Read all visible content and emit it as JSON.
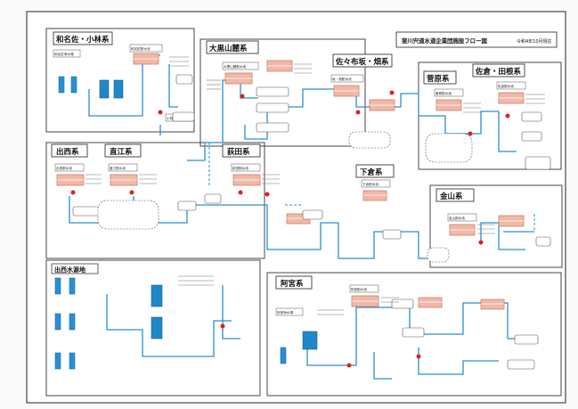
{
  "header": {
    "title": "斐川宍道水道企業団施設フロー図",
    "date": "令和4年10月現在"
  },
  "systems": [
    {
      "id": "wanasa",
      "label": "和名佐・小林系"
    },
    {
      "id": "oguroyama",
      "label": "大黒山麓系"
    },
    {
      "id": "sakunobu",
      "label": "佐々布坂・畑系"
    },
    {
      "id": "sugahara",
      "label": "菅原系"
    },
    {
      "id": "sakura",
      "label": "佐倉・田根系"
    },
    {
      "id": "izunishi",
      "label": "出西系"
    },
    {
      "id": "naoe",
      "label": "直江系"
    },
    {
      "id": "hagita",
      "label": "荻田系"
    },
    {
      "id": "shimokura",
      "label": "下倉系"
    },
    {
      "id": "kinzan",
      "label": "金山系"
    },
    {
      "id": "suigenchi",
      "label": "出西水源地"
    },
    {
      "id": "amiya",
      "label": "阿宮系"
    }
  ],
  "facilities": [
    {
      "id": "f1",
      "label": "和名佐浄水場"
    },
    {
      "id": "f2",
      "label": "和名佐配水池"
    },
    {
      "id": "f3",
      "label": "小林配水池"
    },
    {
      "id": "f4",
      "label": "大黒山麓配水池"
    },
    {
      "id": "f5",
      "label": "坂・畑配水池"
    },
    {
      "id": "f6",
      "label": "菅原配水池"
    },
    {
      "id": "f7",
      "label": "佐倉配水池"
    },
    {
      "id": "f8",
      "label": "出西配水池"
    },
    {
      "id": "f9",
      "label": "直江配水池"
    },
    {
      "id": "f10",
      "label": "荻田配水池"
    },
    {
      "id": "f11",
      "label": "下倉配水池"
    },
    {
      "id": "f12",
      "label": "金山配水池"
    },
    {
      "id": "f13",
      "label": "阿宮配水池"
    },
    {
      "id": "f14",
      "label": "阿宮浄水場"
    }
  ],
  "colors": {
    "pipe": "#2a8fd0",
    "tank": "#f2b8a6",
    "tank_stroke": "#c9806a",
    "box_fill": "#ffffff",
    "border": "#333333"
  }
}
